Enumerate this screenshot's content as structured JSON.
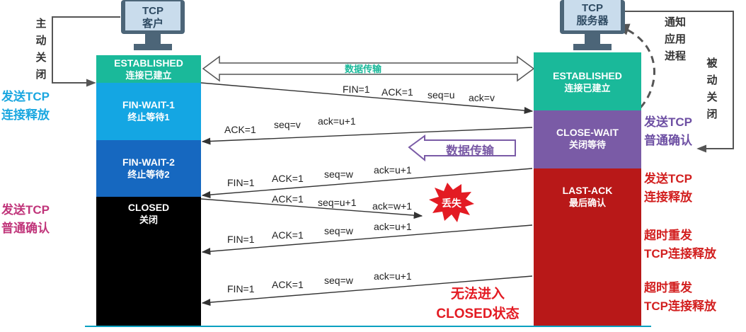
{
  "client": {
    "title_line1": "TCP",
    "title_line2": "客户"
  },
  "server": {
    "title_line1": "TCP",
    "title_line2": "服务器"
  },
  "client_states": [
    {
      "en": "ESTABLISHED",
      "zh": "连接已建立",
      "color": "#1ab99a"
    },
    {
      "en": "FIN-WAIT-1",
      "zh": "终止等待1",
      "color": "#14a6e3"
    },
    {
      "en": "FIN-WAIT-2",
      "zh": "终止等待2",
      "color": "#1668c0"
    },
    {
      "en": "CLOSED",
      "zh": "关闭",
      "color": "#000000"
    }
  ],
  "server_states": [
    {
      "en": "ESTABLISHED",
      "zh": "连接已建立",
      "color": "#1ab99a"
    },
    {
      "en": "CLOSE-WAIT",
      "zh": "关闭等待",
      "color": "#7a5ba6"
    },
    {
      "en": "LAST-ACK",
      "zh": "最后确认",
      "color": "#b81818"
    }
  ],
  "labels": {
    "active_close": [
      "主",
      "动",
      "关",
      "闭"
    ],
    "passive_close": [
      "被",
      "动",
      "关",
      "闭"
    ],
    "notify_app": [
      "通知",
      "应用",
      "进程"
    ],
    "client_send_release": [
      "发送TCP",
      "连接释放"
    ],
    "client_send_ack": [
      "发送TCP",
      "普通确认"
    ],
    "server_send_ack": [
      "发送TCP",
      "普通确认"
    ],
    "server_send_release": [
      "发送TCP",
      "连接释放"
    ],
    "timeout_resend_1": [
      "超时重发",
      "TCP连接释放"
    ],
    "timeout_resend_2": [
      "超时重发",
      "TCP连接释放"
    ],
    "data_transfer_top": "数据传输",
    "data_transfer_mid": "数据传输",
    "lost": "丢失",
    "cannot_close": [
      "无法进入",
      "CLOSED状态"
    ]
  },
  "messages": {
    "m1": [
      "FIN=1",
      "ACK=1",
      "seq=u",
      "ack=v"
    ],
    "m2": [
      "ACK=1",
      "seq=v",
      "ack=u+1"
    ],
    "m3": [
      "FIN=1",
      "ACK=1",
      "seq=w",
      "ack=u+1"
    ],
    "m4": [
      "ACK=1",
      "seq=u+1",
      "ack=w+1"
    ],
    "m5": [
      "FIN=1",
      "ACK=1",
      "seq=w",
      "ack=u+1"
    ],
    "m6": [
      "FIN=1",
      "ACK=1",
      "seq=w",
      "ack=u+1"
    ]
  },
  "colors": {
    "client_label": "#1aa7e0",
    "client_ack_label": "#c0357a",
    "server_ack_label": "#6d4fa3",
    "server_red": "#d21f1f",
    "teal_text": "#1ab99a",
    "purple_box": "#7a5ba6",
    "lost_red": "#e31b23"
  }
}
